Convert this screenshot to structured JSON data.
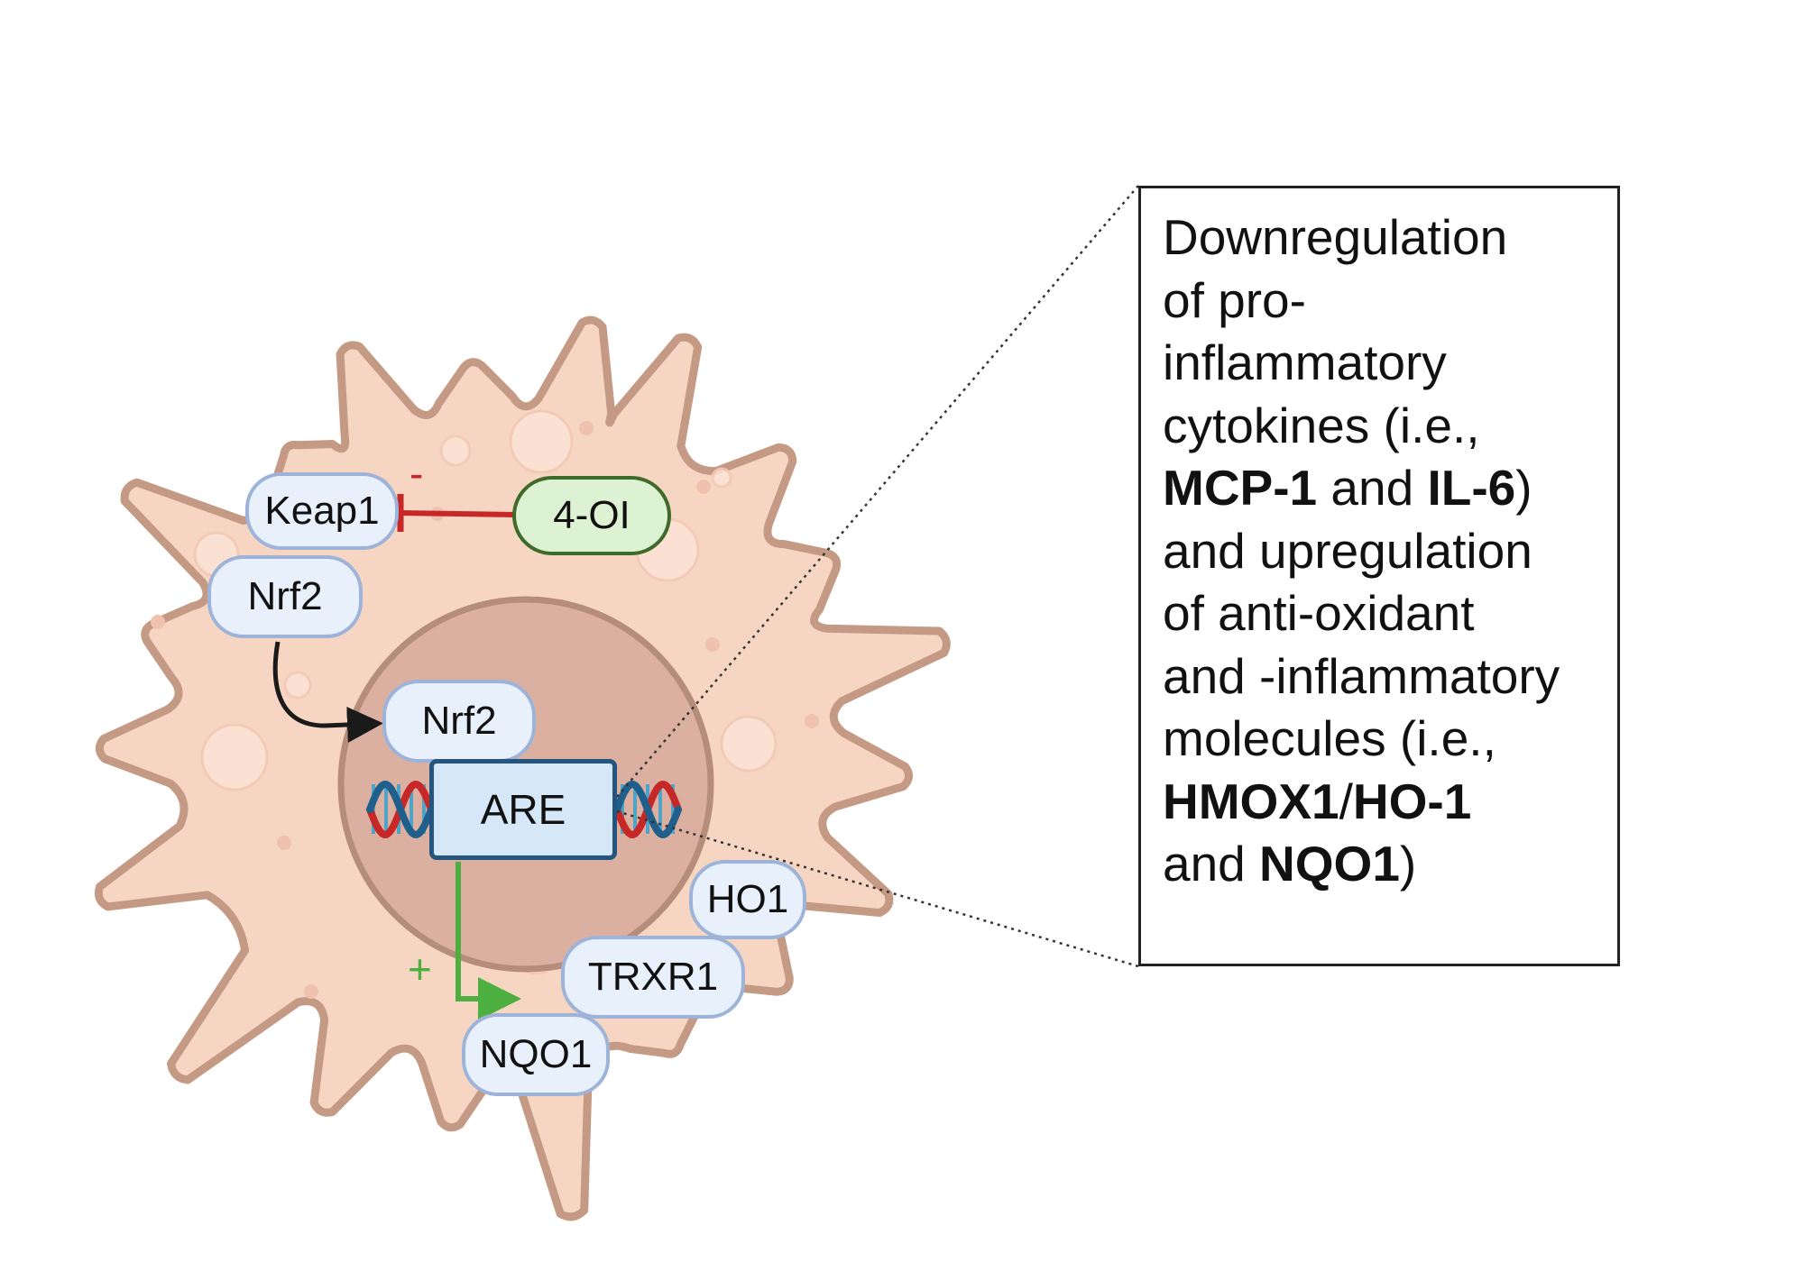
{
  "labels": {
    "keap1": "Keap1",
    "drug": "4-OI",
    "nrf2_cytoplasm": "Nrf2",
    "nrf2_nucleus": "Nrf2",
    "are": "ARE",
    "ho1": "HO1",
    "trxr1": "TRXR1",
    "nqo1": "NQO1",
    "minus": "-",
    "plus": "+"
  },
  "colors": {
    "cell_fill": "#f7d5c3",
    "cell_outline": "#c49a84",
    "nucleus_fill": "#dbb0a0",
    "nucleus_outline": "#b58d7a",
    "inhibition": "#c62828",
    "activation": "#4caf3f",
    "translocation": "#1a1a1a",
    "dna_red": "#c62828",
    "dna_blue": "#1f5f8b",
    "dna_rung": "#4fa3c7",
    "protein_fill": "#e8f0fb",
    "protein_border": "#9eb3d8",
    "drug_fill": "#dcf2d3",
    "drug_border": "#3f6b2a",
    "are_fill": "#d6e8f8",
    "are_border": "#24557f"
  },
  "callout": {
    "line1": "Downregulation",
    "line2": "of pro-",
    "line3": "inflammatory",
    "line4": "cytokines (i.e.,",
    "line5_bold_a": "MCP-1",
    "line5_mid": " and ",
    "line5_bold_b": "IL-6",
    "line5_end": ")",
    "line6": "and upregulation",
    "line7": "of anti-oxidant",
    "line8": "and -inflammatory",
    "line9": "molecules (i.e.,",
    "line10_bold_a": "HMOX1",
    "line10_mid": "/",
    "line10_bold_b": "HO-1",
    "line11_start": "and ",
    "line11_bold": "NQO1",
    "line11_end": ")"
  }
}
